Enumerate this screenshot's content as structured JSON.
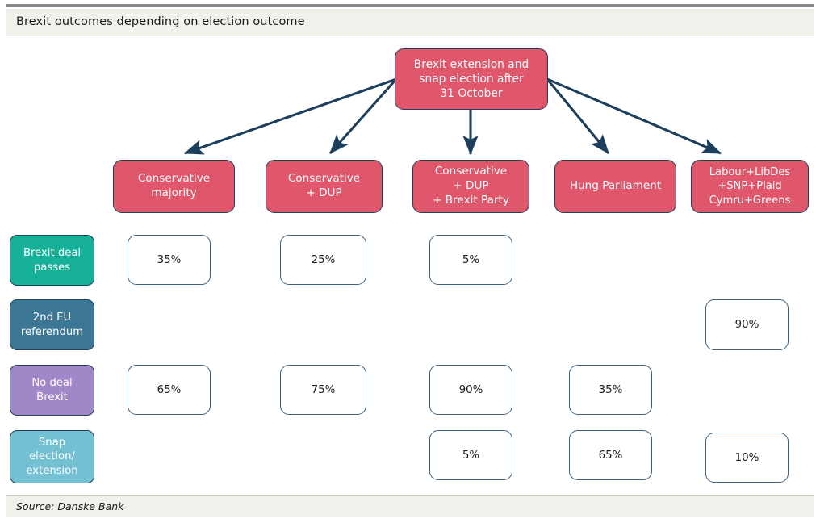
{
  "figure": {
    "title": "Brexit outcomes depending on election outcome",
    "source": "Source: Danske Bank"
  },
  "chart_data": {
    "type": "diagram",
    "title": "Brexit outcomes depending on election outcome",
    "root_node": "Brexit extension and\nsnap election after\n31 October",
    "columns": [
      "Conservative\nmajority",
      "Conservative\n+ DUP",
      "Conservative\n+ DUP\n+ Brexit Party",
      "Hung Parliament",
      "Labour+LibDes\n+SNP+Plaid\nCymru+Greens"
    ],
    "rows": [
      "Brexit deal\npasses",
      "2nd EU\nreferendum",
      "No deal\nBrexit",
      "Snap\nelection/\nextension"
    ],
    "values": [
      [
        "35%",
        "25%",
        "5%",
        "",
        ""
      ],
      [
        "",
        "",
        "",
        "",
        "90%"
      ],
      [
        "65%",
        "75%",
        "90%",
        "35%",
        ""
      ],
      [
        "",
        "",
        "5%",
        "65%",
        "10%"
      ]
    ],
    "source": "Source: Danske Bank"
  },
  "colors": {
    "root_node": "#e0566a",
    "column_node": "#e0566a",
    "node_border": "#23405c",
    "arrow": "#1d3f5e",
    "cell_border": "#3d6280",
    "row_brexit_deal": "#17b098",
    "row_second_referendum": "#3d7796",
    "row_no_deal": "#a087c8",
    "row_snap_election": "#74c0d3",
    "panel_background": "#f1f1ec",
    "rule": "#8a8a8a"
  },
  "root": {
    "label": "Brexit extension and\nsnap election after\n31 October"
  },
  "columns": [
    {
      "label": "Conservative\nmajority"
    },
    {
      "label": "Conservative\n+ DUP"
    },
    {
      "label": "Conservative\n+ DUP\n+ Brexit Party"
    },
    {
      "label": "Hung Parliament"
    },
    {
      "label": "Labour+LibDes\n+SNP+Plaid\nCymru+Greens"
    }
  ],
  "rows": [
    {
      "label": "Brexit deal\npasses",
      "color": "#17b098"
    },
    {
      "label": "2nd EU\nreferendum",
      "color": "#3d7796"
    },
    {
      "label": "No deal\nBrexit",
      "color": "#a087c8"
    },
    {
      "label": "Snap\nelection/\nextension",
      "color": "#74c0d3"
    }
  ],
  "cells": {
    "r0c0": "35%",
    "r0c1": "25%",
    "r0c2": "5%",
    "r1c4": "90%",
    "r2c0": "65%",
    "r2c1": "75%",
    "r2c2": "90%",
    "r2c3": "35%",
    "r3c2": "5%",
    "r3c3": "65%",
    "r3c4": "10%"
  }
}
